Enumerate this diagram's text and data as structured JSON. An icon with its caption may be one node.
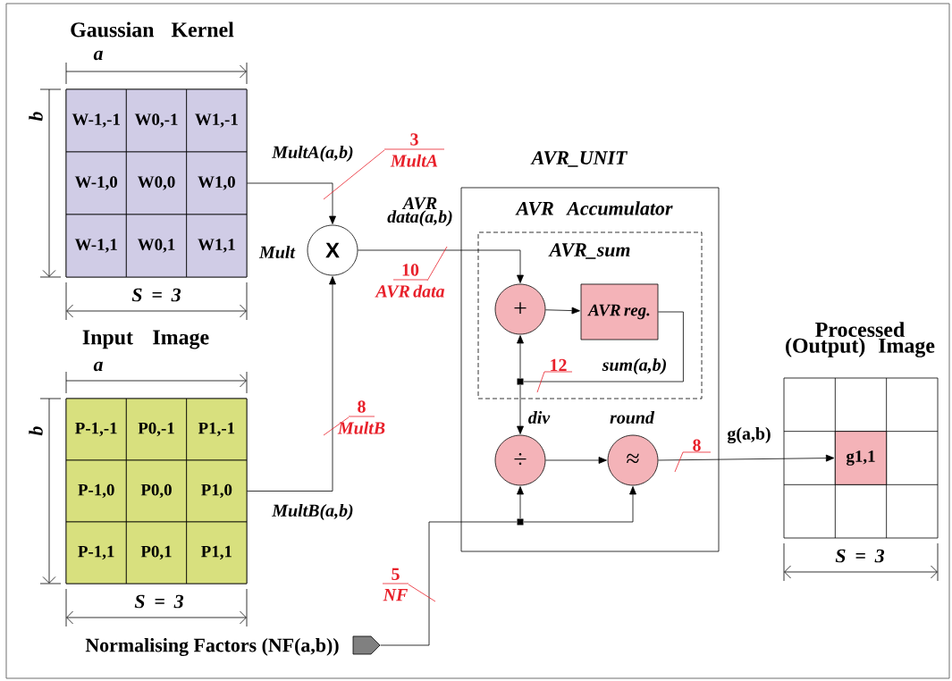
{
  "diagram": {
    "nodes": [
      {
        "text": [
          "Gaussian Kernel"
        ]
      },
      {
        "text": [
          "W-1,-1"
        ],
        "in": 0
      },
      {
        "text": [
          "W0,-1"
        ],
        "in": 0
      },
      {
        "text": [
          "W1,-1"
        ],
        "in": 0
      },
      {
        "text": [
          "W-1,0"
        ],
        "in": 0
      },
      {
        "text": [
          "W0,0"
        ],
        "in": 0
      },
      {
        "text": [
          "W1,0"
        ],
        "in": 0
      },
      {
        "text": [
          "W-1,1"
        ],
        "in": 0
      },
      {
        "text": [
          "W0,1"
        ],
        "in": 0
      },
      {
        "text": [
          "W1,1"
        ],
        "in": 0
      },
      {
        "text": [
          "Input Image"
        ]
      },
      {
        "text": [
          "P-1,-1"
        ],
        "in": 10
      },
      {
        "text": [
          "P0,-1"
        ],
        "in": 10
      },
      {
        "text": [
          "P1,-1"
        ],
        "in": 10
      },
      {
        "text": [
          "P-1,0"
        ],
        "in": 10
      },
      {
        "text": [
          "P0,0"
        ],
        "in": 10
      },
      {
        "text": [
          "P1,0"
        ],
        "in": 10
      },
      {
        "text": [
          "P-1,1"
        ],
        "in": 10
      },
      {
        "text": [
          "P0,1"
        ],
        "in": 10
      },
      {
        "text": [
          "P1,1"
        ],
        "in": 10
      },
      {
        "text": [
          "X"
        ],
        "beside": [
          "Mult"
        ]
      },
      {
        "text": [
          "AVR_UNIT",
          "AVR Accumulator"
        ]
      },
      {
        "text": [
          "AVR_sum"
        ],
        "in": 21
      },
      {
        "text": [
          "+"
        ],
        "in": 22
      },
      {
        "text": [
          "AVR reg."
        ],
        "in": 22
      },
      {
        "text": [],
        "shape": "dot",
        "in": 22
      },
      {
        "text": [
          "÷"
        ],
        "beside": [
          "div"
        ],
        "in": 21
      },
      {
        "text": [
          "≈"
        ],
        "beside": [
          "round"
        ],
        "in": 21
      },
      {
        "text": [],
        "shape": "dot",
        "in": 21
      },
      {
        "text": [],
        "shape": "pentagon",
        "beside": [
          "Normalising Factors (NF(a,b))"
        ]
      },
      {
        "text": [
          "Processed (Output) Image"
        ]
      },
      {
        "text": [
          "g1,1"
        ],
        "in": 30
      },
      {
        "text": [
          "3",
          "MultA"
        ]
      },
      {
        "text": [
          "10",
          "AVR data"
        ]
      },
      {
        "text": [
          "8",
          "MultB"
        ]
      },
      {
        "text": [
          "12"
        ],
        "in": 22
      },
      {
        "text": [
          "5",
          "NF"
        ]
      },
      {
        "text": [
          "8"
        ],
        "in": 21
      }
    ],
    "edges": [
      {
        "from": 6,
        "to": 20,
        "arrow": "to",
        "label": "MultA(a,b)"
      },
      {
        "from": 16,
        "to": 20,
        "arrow": "to",
        "label": "MultB(a,b)"
      },
      {
        "from": 20,
        "to": 23,
        "arrow": "to",
        "label": "AVR data(a,b)"
      },
      {
        "from": 23,
        "to": 24,
        "arrow": "to"
      },
      {
        "from": 24,
        "to": 25,
        "arrow": "none",
        "label": "sum(a,b)"
      },
      {
        "from": 25,
        "to": 23,
        "arrow": "to"
      },
      {
        "from": 25,
        "to": 26,
        "arrow": "to"
      },
      {
        "from": 26,
        "to": 27,
        "arrow": "to"
      },
      {
        "from": 29,
        "to": 28,
        "arrow": "none"
      },
      {
        "from": 28,
        "to": 26,
        "arrow": "to"
      },
      {
        "from": 28,
        "to": 27,
        "arrow": "to"
      },
      {
        "from": 27,
        "to": 31,
        "arrow": "to",
        "label": "g(a,b)"
      },
      {
        "from": 32,
        "to": null,
        "arrow": "none",
        "color": "#e8202a"
      },
      {
        "from": 33,
        "to": null,
        "arrow": "none",
        "color": "#e8202a"
      },
      {
        "from": 34,
        "to": null,
        "arrow": "none",
        "color": "#e8202a"
      },
      {
        "from": 35,
        "to": null,
        "arrow": "none",
        "color": "#e8202a"
      },
      {
        "from": 36,
        "to": null,
        "arrow": "none",
        "color": "#e8202a"
      },
      {
        "from": 37,
        "to": null,
        "arrow": "none",
        "color": "#e8202a"
      }
    ],
    "labels": [
      "a",
      "b",
      "S = 3",
      "a",
      "b",
      "S = 3",
      "S = 3"
    ]
  }
}
